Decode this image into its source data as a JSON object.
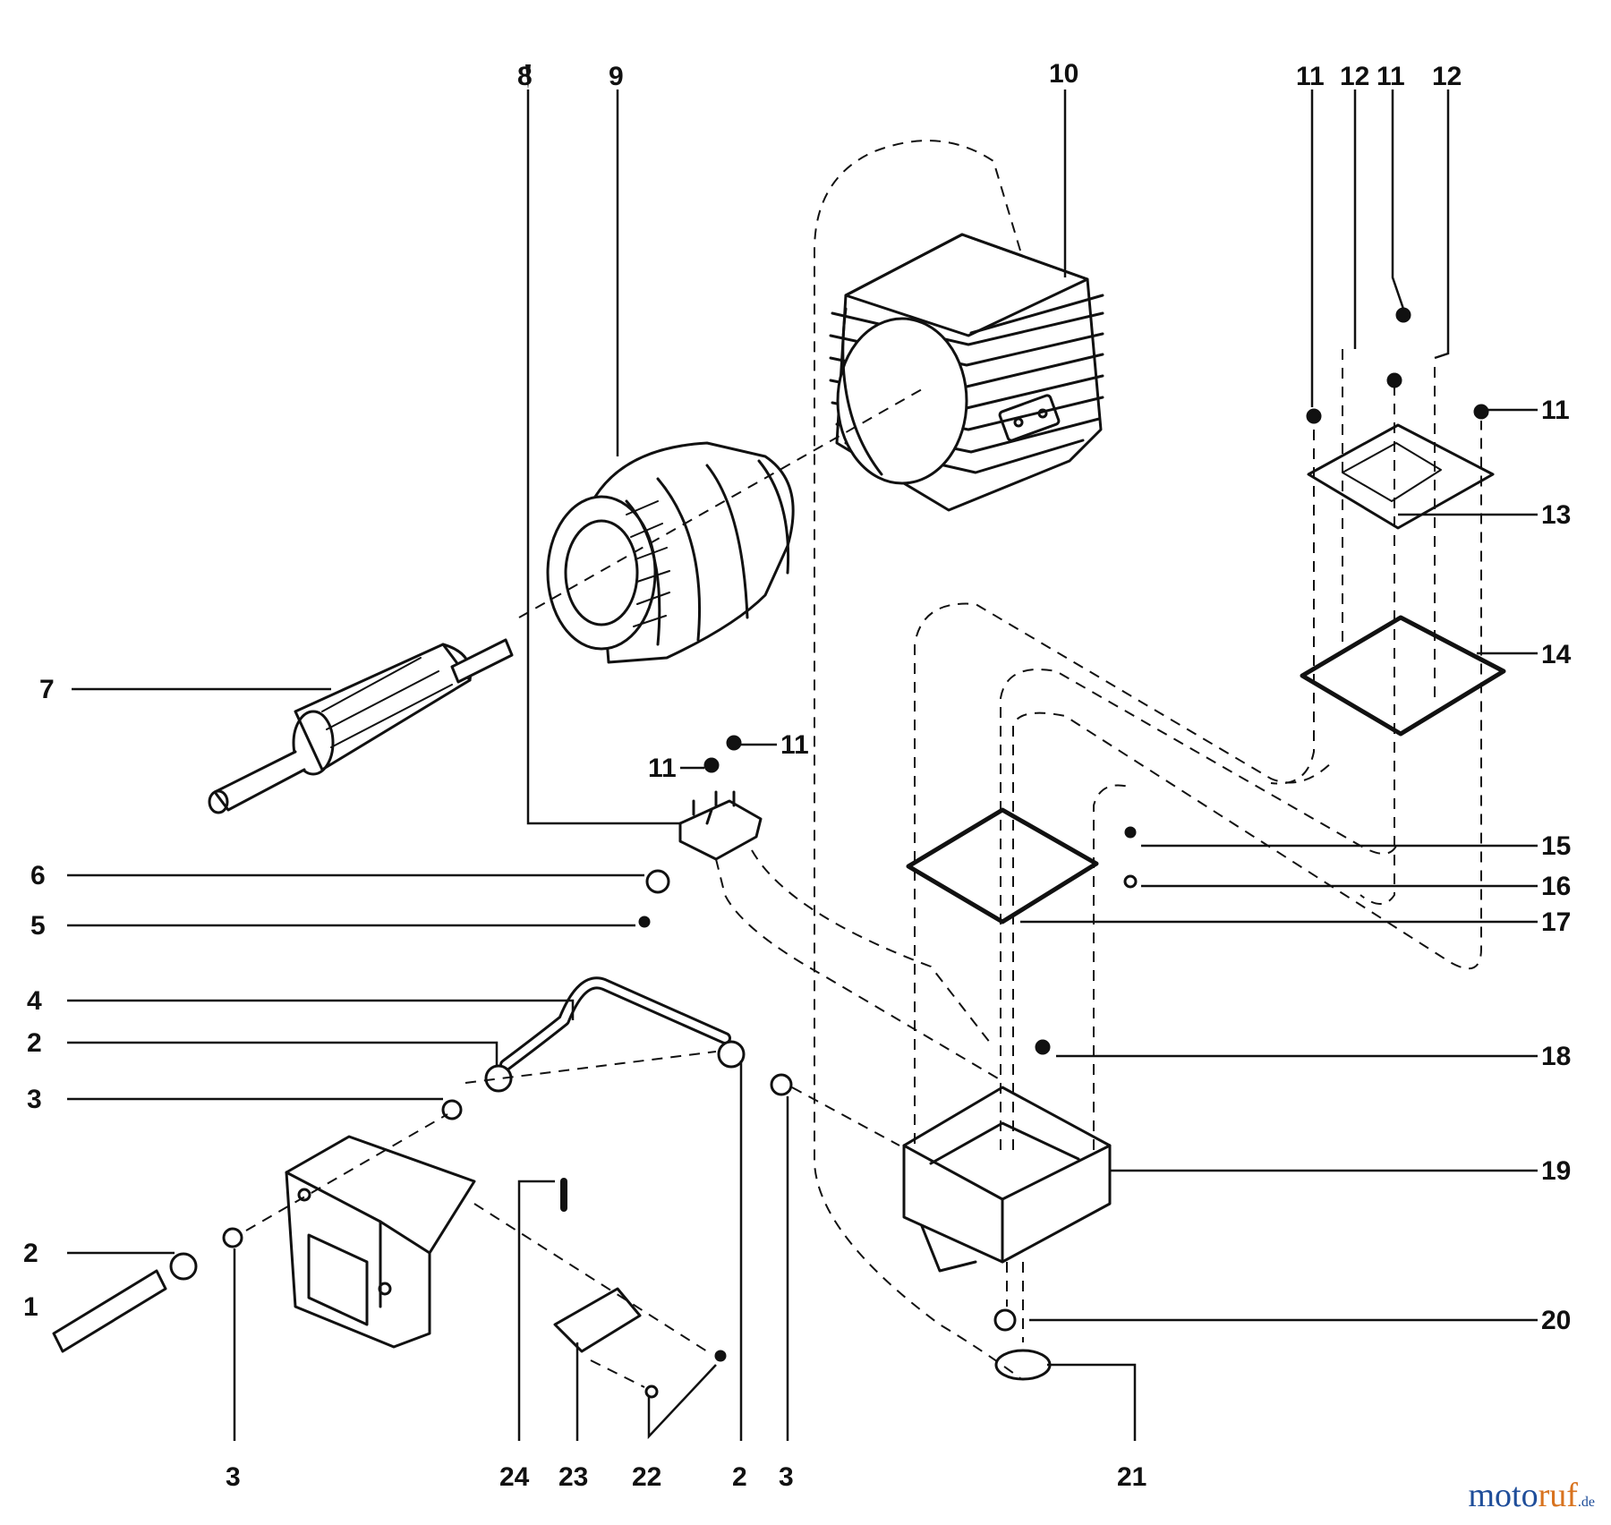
{
  "diagram": {
    "labels": {
      "p8": "8",
      "p9": "9",
      "p10": "10",
      "t11a": "11",
      "t12a": "12",
      "t11b": "11",
      "t12b": "12",
      "r11": "11",
      "r13": "13",
      "r14": "14",
      "r15": "15",
      "r16": "16",
      "r17": "17",
      "r18": "18",
      "r19": "19",
      "r20": "20",
      "l7": "7",
      "l6": "6",
      "l5": "5",
      "l4": "4",
      "l2a": "2",
      "l3a": "3",
      "l2b": "2",
      "l1": "1",
      "m11a": "11",
      "m11b": "11",
      "b3a": "3",
      "b24": "24",
      "b23": "23",
      "b22": "22",
      "b2": "2",
      "b3b": "3",
      "b21": "21"
    }
  },
  "watermark": {
    "part1": "moto",
    "part2": "ruf",
    "part3": ".de"
  },
  "colors": {
    "ink": "#111111",
    "brand_blue": "#1f4e9a",
    "brand_orange": "#d8731f"
  }
}
